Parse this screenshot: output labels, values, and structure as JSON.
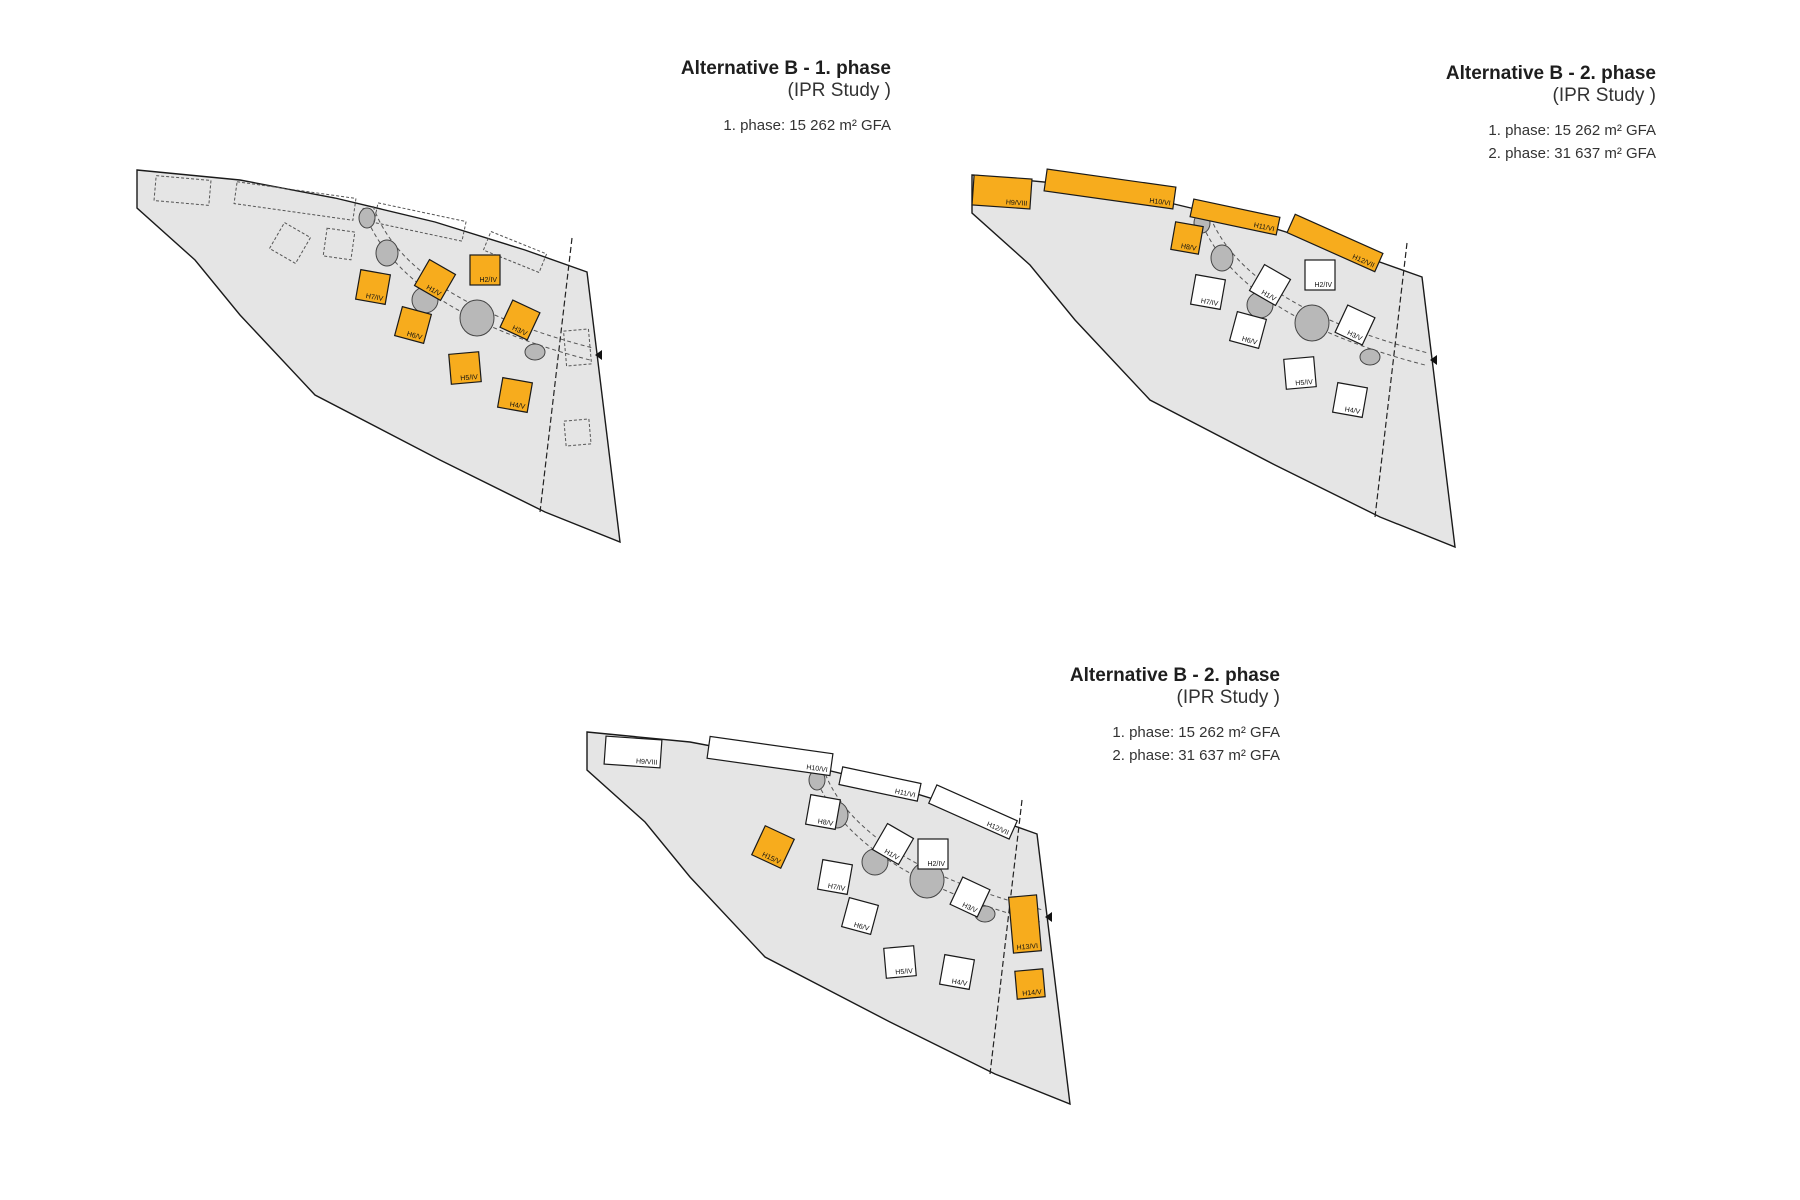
{
  "colors": {
    "site": "#e5e5e5",
    "highlight": "#f7ac1d",
    "existing": "#ffffff",
    "rock": "#b8b8b8",
    "outline": "#1a1a1a"
  },
  "panels": [
    {
      "title": "Alternative B - 1. phase",
      "subtitle": "(IPR Study )",
      "gfa": [
        "1. phase: 15 262 m² GFA"
      ],
      "buildings": [
        {
          "label": "H1/V",
          "state": "highlight"
        },
        {
          "label": "H2/IV",
          "state": "highlight"
        },
        {
          "label": "H3/V",
          "state": "highlight"
        },
        {
          "label": "H4/V",
          "state": "highlight"
        },
        {
          "label": "H5/IV",
          "state": "highlight"
        },
        {
          "label": "H6/V",
          "state": "highlight"
        },
        {
          "label": "H7/IV",
          "state": "highlight"
        }
      ]
    },
    {
      "title": "Alternative B - 2. phase",
      "subtitle": "(IPR Study )",
      "gfa": [
        "1. phase: 15 262 m² GFA",
        "2. phase: 31 637 m² GFA"
      ],
      "buildings": [
        {
          "label": "H1/V",
          "state": "existing"
        },
        {
          "label": "H2/IV",
          "state": "existing"
        },
        {
          "label": "H3/V",
          "state": "existing"
        },
        {
          "label": "H4/V",
          "state": "existing"
        },
        {
          "label": "H5/IV",
          "state": "existing"
        },
        {
          "label": "H6/V",
          "state": "existing"
        },
        {
          "label": "H7/IV",
          "state": "existing"
        },
        {
          "label": "H8/V",
          "state": "highlight"
        },
        {
          "label": "H9/VIII",
          "state": "highlight"
        },
        {
          "label": "H10/VI",
          "state": "highlight"
        },
        {
          "label": "H11/VI",
          "state": "highlight"
        },
        {
          "label": "H12/VII",
          "state": "highlight"
        }
      ]
    },
    {
      "title": "Alternative B - 2. phase",
      "subtitle": "(IPR Study )",
      "gfa": [
        "1. phase: 15 262 m² GFA",
        "2. phase: 31 637 m² GFA"
      ],
      "buildings": [
        {
          "label": "H1/V",
          "state": "existing"
        },
        {
          "label": "H2/IV",
          "state": "existing"
        },
        {
          "label": "H3/V",
          "state": "existing"
        },
        {
          "label": "H4/V",
          "state": "existing"
        },
        {
          "label": "H5/IV",
          "state": "existing"
        },
        {
          "label": "H6/V",
          "state": "existing"
        },
        {
          "label": "H7/IV",
          "state": "existing"
        },
        {
          "label": "H8/V",
          "state": "existing"
        },
        {
          "label": "H9/VIII",
          "state": "existing"
        },
        {
          "label": "H10/VI",
          "state": "existing"
        },
        {
          "label": "H11/VI",
          "state": "existing"
        },
        {
          "label": "H12/VII",
          "state": "existing"
        },
        {
          "label": "H13/VI",
          "state": "highlight"
        },
        {
          "label": "H14/V",
          "state": "highlight"
        },
        {
          "label": "H15/V",
          "state": "highlight"
        }
      ]
    }
  ]
}
